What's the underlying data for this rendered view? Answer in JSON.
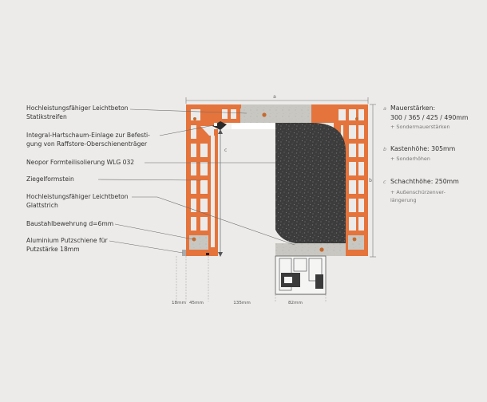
{
  "colors": {
    "background": "#ecebe9",
    "brick": "#e4743c",
    "concrete": "#c8c6c0",
    "insulation": "#3e3e3e",
    "leader": "#6a6a6a"
  },
  "labels": [
    {
      "id": "leichtbeton-statik",
      "lines": [
        "Hochleistungsfähiger Leichtbeton",
        "Statikstreifen"
      ]
    },
    {
      "id": "hartschaum",
      "lines": [
        "Integral-Hartschaum-Einlage zur Befesti-",
        "gung von Raffstore-Oberschienenträger"
      ]
    },
    {
      "id": "neopor",
      "lines": [
        "Neopor Formteilisolierung WLG 032"
      ]
    },
    {
      "id": "ziegel",
      "lines": [
        "Ziegelformstein"
      ]
    },
    {
      "id": "leichtbeton-glatt",
      "lines": [
        "Hochleistungsfähiger Leichtbeton",
        "Glattstrich"
      ]
    },
    {
      "id": "baustahl",
      "lines": [
        "Baustahlbewehrung d=6mm"
      ]
    },
    {
      "id": "putzschiene",
      "lines": [
        "Aluminium Putzschiene für",
        "Putzstärke 18mm"
      ]
    }
  ],
  "specs": [
    {
      "letter": "a",
      "main": [
        "Mauerstärken:",
        "300 / 365 / 425 / 490mm"
      ],
      "sub": [
        "+ Sondermauerstärken"
      ]
    },
    {
      "letter": "b",
      "main": [
        "Kastenhöhe: 305mm"
      ],
      "sub": [
        "+ Sonderhöhen"
      ]
    },
    {
      "letter": "c",
      "main": [
        "Schachthöhe: 250mm"
      ],
      "sub": [
        "+ Außenschürzenver-",
        "längerung"
      ]
    }
  ],
  "dimensions": {
    "a": "a",
    "b": "b",
    "c": "c",
    "bottom": [
      "18mm",
      "45mm",
      "135mm",
      "82mm"
    ]
  }
}
